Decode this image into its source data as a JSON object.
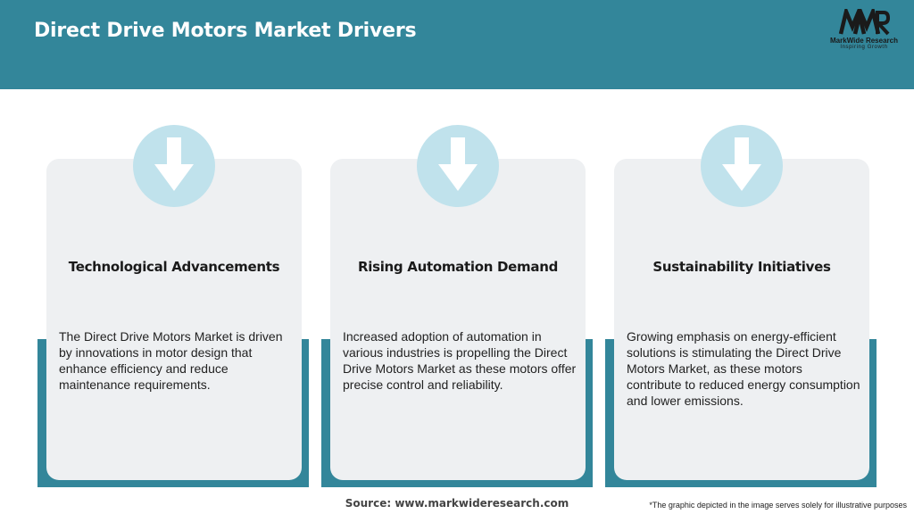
{
  "header": {
    "title": "Direct Drive Motors Market Drivers",
    "background_color": "#33869a",
    "logo": {
      "mark": "MWR",
      "name": "MarkWide Research",
      "tagline": "Inspiring Growth"
    }
  },
  "cards": [
    {
      "icon": "arrow-down-icon",
      "title": "Technological Advancements",
      "description": "The Direct Drive Motors Market is driven by innovations in motor design that enhance efficiency and reduce maintenance requirements."
    },
    {
      "icon": "arrow-down-icon",
      "title": "Rising Automation Demand",
      "description": "Increased adoption of automation in various industries is propelling the Direct Drive Motors Market as these motors offer precise control and reliability."
    },
    {
      "icon": "arrow-down-icon",
      "title": "Sustainability Initiatives",
      "description": "Growing emphasis on energy-efficient solutions is stimulating the Direct Drive Motors Market, as these motors contribute to reduced energy consumption and lower emissions."
    }
  ],
  "colors": {
    "accent": "#33869a",
    "icon_circle": "#c0e2ec",
    "card_background": "#eef0f2"
  },
  "footer": {
    "source": "Source: www.markwideresearch.com",
    "disclaimer": "*The graphic depicted in the image serves solely for illustrative purposes"
  }
}
